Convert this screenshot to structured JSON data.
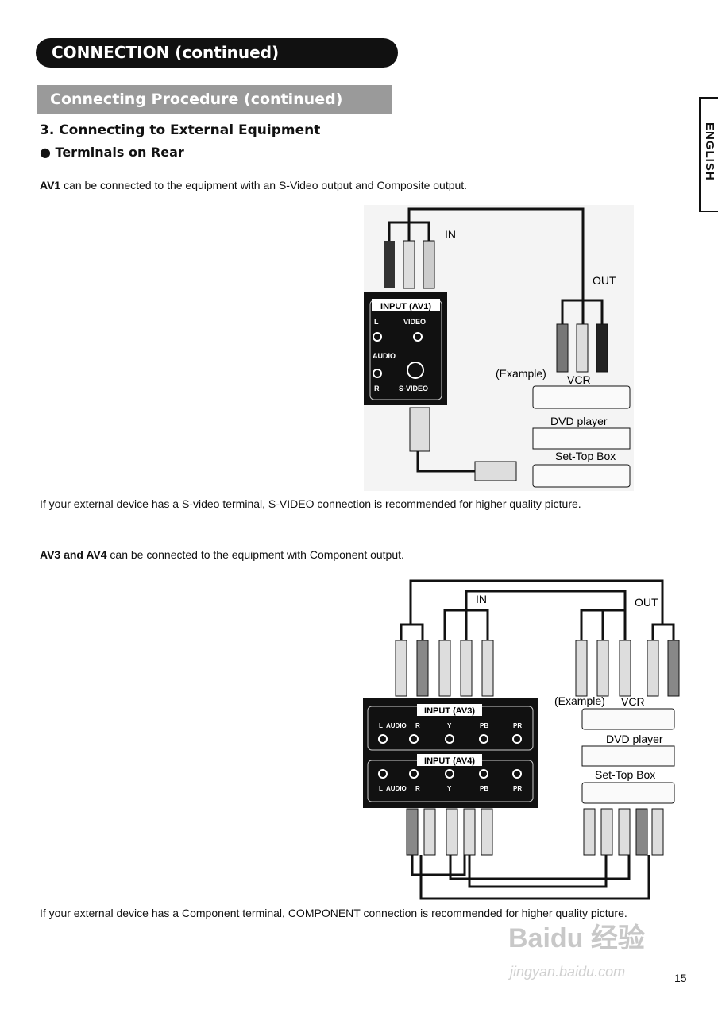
{
  "header": {
    "title": "CONNECTION (continued)",
    "subtitle": "Connecting Procedure (continued)"
  },
  "side_tab": "ENGLISH",
  "section": {
    "heading": "3. Connecting to External Equipment",
    "bullet": "●  Terminals on Rear"
  },
  "av1": {
    "intro_bold": "AV1",
    "intro_rest": " can be connected to the equipment with an S-Video output and Composite output.",
    "diagram": {
      "in": "IN",
      "out": "OUT",
      "panel_title": "INPUT (AV1)",
      "l": "L",
      "r": "R",
      "video": "VIDEO",
      "audio": "AUDIO",
      "svideo": "S-VIDEO",
      "example": "(Example)",
      "vcr": "VCR",
      "dvd": "DVD player",
      "stb": "Set-Top Box"
    },
    "note": "If your external device has a S-video terminal, S-VIDEO connection is recommended for higher quality picture."
  },
  "av34": {
    "intro_bold": "AV3 and AV4",
    "intro_rest": " can be connected to the equipment with Component output.",
    "diagram": {
      "in": "IN",
      "out": "OUT",
      "av3": "INPUT (AV3)",
      "av4": "INPUT (AV4)",
      "audio": "AUDIO",
      "l": "L",
      "r": "R",
      "y": "Y",
      "pb": "PB",
      "pr": "PR",
      "example": "(Example)",
      "vcr": "VCR",
      "dvd": "DVD player",
      "stb": "Set-Top Box"
    },
    "note": "If your external device has a Component terminal, COMPONENT connection is recommended for higher quality picture."
  },
  "watermark": {
    "logo": "Baidu 经验",
    "url": "jingyan.baidu.com"
  },
  "page_number": "15"
}
